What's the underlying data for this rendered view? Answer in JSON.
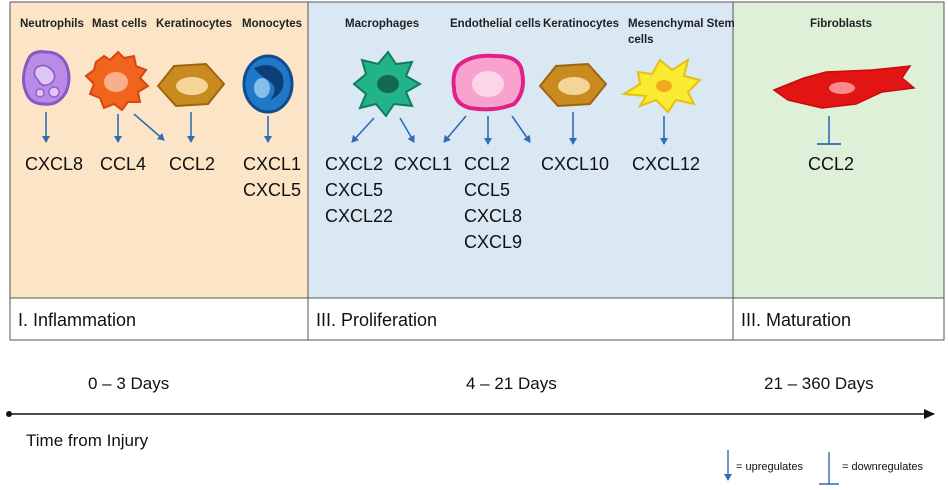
{
  "phases": {
    "inflammation": {
      "label": "I. Inflammation",
      "days": "0 – 3 Days",
      "color": "#fbe5c6",
      "cells": {
        "neutrophils": "Neutrophils",
        "mast_cells": "Mast cells",
        "keratinocytes": "Keratinocytes",
        "monocytes": "Monocytes"
      },
      "chemokines": {
        "cxcl8": "CXCL8",
        "ccl4": "CCL4",
        "ccl2": "CCL2",
        "cxcl1": "CXCL1",
        "cxcl5": "CXCL5"
      }
    },
    "proliferation": {
      "label": "III. Proliferation",
      "days": "4 – 21 Days",
      "color": "#dae8f4",
      "cells": {
        "macrophages": "Macrophages",
        "endothelial": "Endothelial cells",
        "keratinocytes": "Keratinocytes",
        "msc_line1": "Mesenchymal Stem",
        "msc_line2": "cells"
      },
      "chemokines": {
        "mac_cxcl2": "CXCL2",
        "mac_cxcl5": "CXCL5",
        "mac_cxcl22": "CXCL22",
        "cxcl1": "CXCL1",
        "endo_ccl2": "CCL2",
        "endo_ccl5": "CCL5",
        "endo_cxcl8": "CXCL8",
        "endo_cxcl9": "CXCL9",
        "cxcl10": "CXCL10",
        "cxcl12": "CXCL12"
      }
    },
    "maturation": {
      "label": "III. Maturation",
      "days": "21 – 360 Days",
      "color": "#dff0d9",
      "cells": {
        "fibroblasts": "Fibroblasts"
      },
      "chemokines": {
        "ccl2": "CCL2"
      }
    }
  },
  "timeline": {
    "axis_label": "Time from Injury"
  },
  "legend": {
    "upregulates": "= upregulates",
    "downregulates": "= downregulates"
  },
  "colors": {
    "arrow": "#2f6db5",
    "border": "#555555"
  }
}
